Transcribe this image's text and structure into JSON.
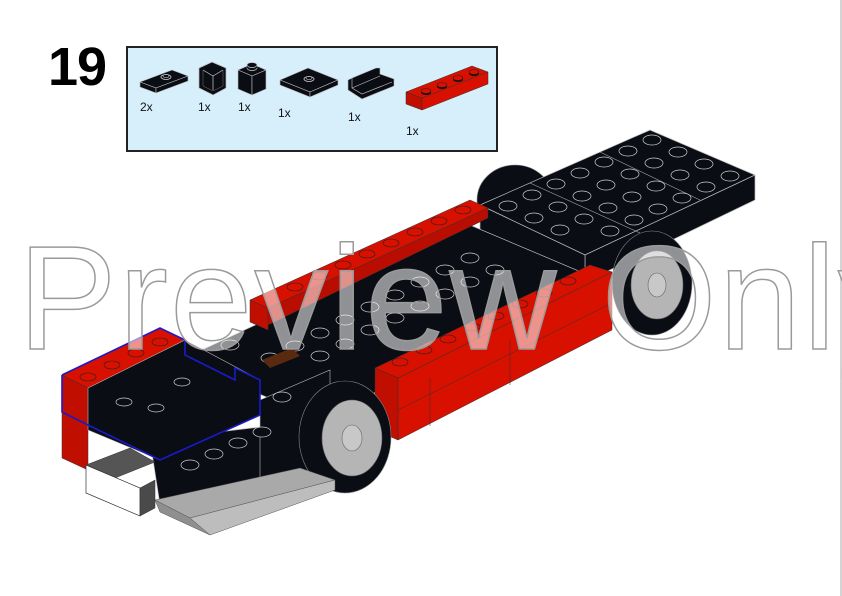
{
  "page": {
    "background": "#ffffff",
    "edge_color": "#d4d4d4"
  },
  "step": {
    "number": "19"
  },
  "parts_list": {
    "background": "#d7eefb",
    "border": "#222222",
    "items": [
      {
        "icon": "plate-1x2-jumper-icon",
        "color": "black",
        "quantity": "2x"
      },
      {
        "icon": "panel-corner-1x1-icon",
        "color": "black",
        "quantity": "1x"
      },
      {
        "icon": "brick-1x1-icon",
        "color": "black",
        "quantity": "1x"
      },
      {
        "icon": "plate-2x2-jumper-icon",
        "color": "black",
        "quantity": "1x"
      },
      {
        "icon": "panel-1x2-icon",
        "color": "black",
        "quantity": "1x"
      },
      {
        "icon": "brick-1x4-icon",
        "color": "red",
        "quantity": "1x"
      }
    ]
  },
  "model": {
    "description": "Car chassis assembly",
    "colors": {
      "black": "#0b0d14",
      "red": "#d81000",
      "grey": "#a9a9a9",
      "white": "#ffffff",
      "highlight_outline": "#1a1acc",
      "brown": "#5a2a10"
    }
  },
  "watermark": {
    "text": "Preview Only"
  }
}
